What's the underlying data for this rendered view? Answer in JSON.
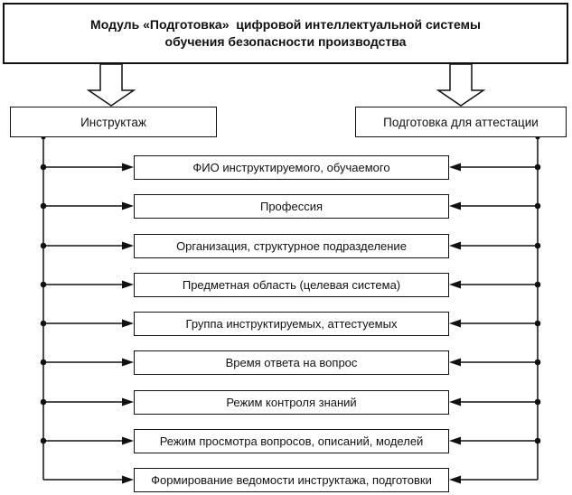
{
  "diagram": {
    "title_lines": [
      "Модуль «Подготовка»  цифровой интеллектуальной системы",
      "обучения безопасности производства"
    ],
    "branches": {
      "left": {
        "label": "Инструктаж"
      },
      "right": {
        "label": "Подготовка для аттестации"
      }
    },
    "parameters": [
      "ФИО инструктируемого, обучаемого",
      "Профессия",
      "Организация, структурное подразделение",
      "Предметная область (целевая система)",
      "Группа инструктируемых, аттестуемых",
      "Время ответа на вопрос",
      "Режим контроля знаний",
      "Режим просмотра вопросов, описаний, моделей",
      "Формирование ведомости инструктажа, подготовки"
    ],
    "colors": {
      "line": "#111111",
      "box_fill": "#ffffff",
      "background": "#ffffff"
    }
  }
}
